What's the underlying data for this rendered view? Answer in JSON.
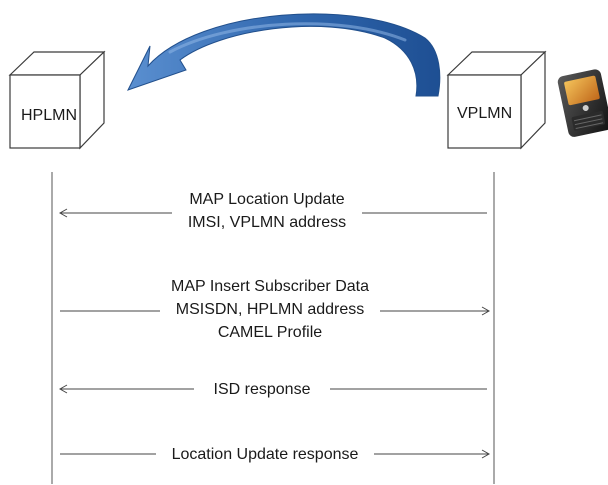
{
  "nodes": {
    "hplmn": {
      "label": "HPLMN"
    },
    "vplmn": {
      "label": "VPLMN"
    }
  },
  "messages": [
    {
      "lines": [
        "MAP Location Update",
        "IMSI, VPLMN address"
      ],
      "direction": "to-hplmn"
    },
    {
      "lines": [
        "MAP Insert Subscriber Data",
        "MSISDN, HPLMN address",
        "CAMEL Profile"
      ],
      "direction": "to-vplmn"
    },
    {
      "lines": [
        "ISD response"
      ],
      "direction": "to-hplmn"
    },
    {
      "lines": [
        "Location Update response"
      ],
      "direction": "to-vplmn"
    }
  ],
  "colors": {
    "arrow_blue": "#3a6fb3",
    "arrow_light": "#7aa8dd",
    "line": "#444444",
    "box_fill": "#ffffff",
    "box_stroke": "#3b3b3b"
  },
  "icons": [
    "roaming-curved-arrow-icon",
    "mobile-phone-icon"
  ]
}
